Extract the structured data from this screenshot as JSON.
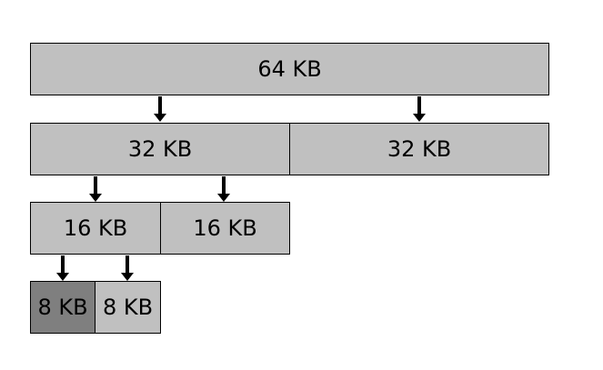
{
  "diagram": {
    "level_64": {
      "label": "64 KB"
    },
    "level_32": [
      {
        "label": "32 KB"
      },
      {
        "label": "32 KB"
      }
    ],
    "level_16": [
      {
        "label": "16 KB"
      },
      {
        "label": "16 KB"
      }
    ],
    "level_8": [
      {
        "label": "8 KB",
        "state": "allocated"
      },
      {
        "label": "8 KB",
        "state": "free"
      }
    ],
    "colors": {
      "free_block": "#c0c0c0",
      "allocated_block": "#7f7f7f",
      "border": "#000000",
      "arrow": "#000000"
    }
  }
}
